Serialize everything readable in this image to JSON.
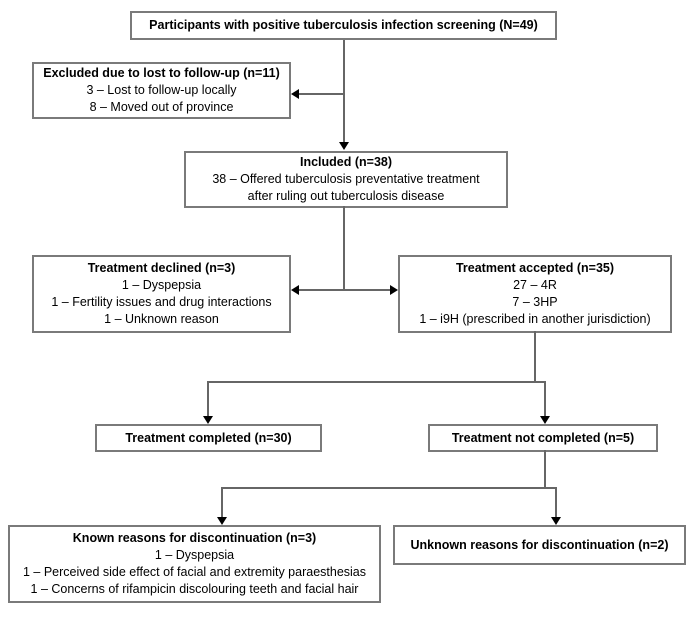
{
  "diagram": {
    "colors": {
      "background": "#ffffff",
      "box_border": "#7a7a7a",
      "connector_line": "#666666",
      "arrowhead": "#000000",
      "text": "#000000"
    },
    "boxes": {
      "screening": {
        "title": "Participants with positive tuberculosis infection screening (N=49)",
        "lines": []
      },
      "excluded": {
        "title": "Excluded due to lost to follow-up (n=11)",
        "lines": [
          "3 – Lost to follow-up locally",
          "8 – Moved out of province"
        ]
      },
      "included": {
        "title": "Included (n=38)",
        "lines": [
          "38 – Offered tuberculosis preventative treatment",
          "after ruling out tuberculosis disease"
        ]
      },
      "declined": {
        "title": "Treatment declined (n=3)",
        "lines": [
          "1 – Dyspepsia",
          "1 – Fertility issues and drug interactions",
          "1 – Unknown reason"
        ]
      },
      "accepted": {
        "title": "Treatment accepted (n=35)",
        "lines": [
          "27 – 4R",
          "7 – 3HP",
          "1 – i9H (prescribed in another jurisdiction)"
        ]
      },
      "completed": {
        "title": "Treatment completed (n=30)",
        "lines": []
      },
      "not_completed": {
        "title": "Treatment not completed (n=5)",
        "lines": []
      },
      "known_reasons": {
        "title": "Known reasons for discontinuation (n=3)",
        "lines": [
          "1 – Dyspepsia",
          "1 – Perceived side effect of facial and extremity paraesthesias",
          "1 – Concerns of rifampicin discolouring teeth and facial hair"
        ]
      },
      "unknown_reasons": {
        "title": "Unknown reasons for discontinuation (n=2)",
        "lines": []
      }
    }
  }
}
